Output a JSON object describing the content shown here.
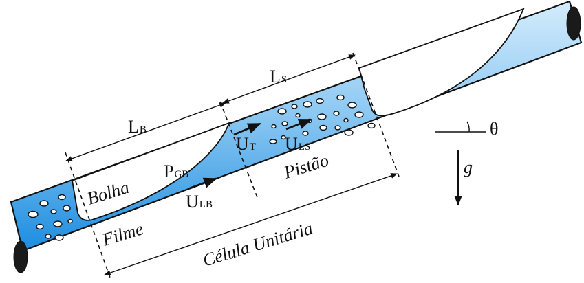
{
  "diagram": {
    "labels": {
      "bolha": "Bolha",
      "pistao": "Pistão",
      "filme": "Filme",
      "celula": "Célula Unitária",
      "gravity": "g",
      "angle": "θ"
    },
    "symbols": {
      "lb": {
        "main": "L",
        "sub": "B"
      },
      "ls": {
        "main": "L",
        "sub": "S"
      },
      "pgb": {
        "main": "P",
        "sub": "GB"
      },
      "ulb": {
        "main": "U",
        "sub": "LB"
      },
      "ut": {
        "main": "U",
        "sub": "T"
      },
      "uls": {
        "main": "U",
        "sub": "LS"
      }
    },
    "colors": {
      "liquid_top": "#cfe9fb",
      "liquid_bottom": "#1e8fe0",
      "outline": "#111111",
      "pipe_end": "#1a1a1a",
      "bubble_fill": "#ffffff"
    }
  }
}
